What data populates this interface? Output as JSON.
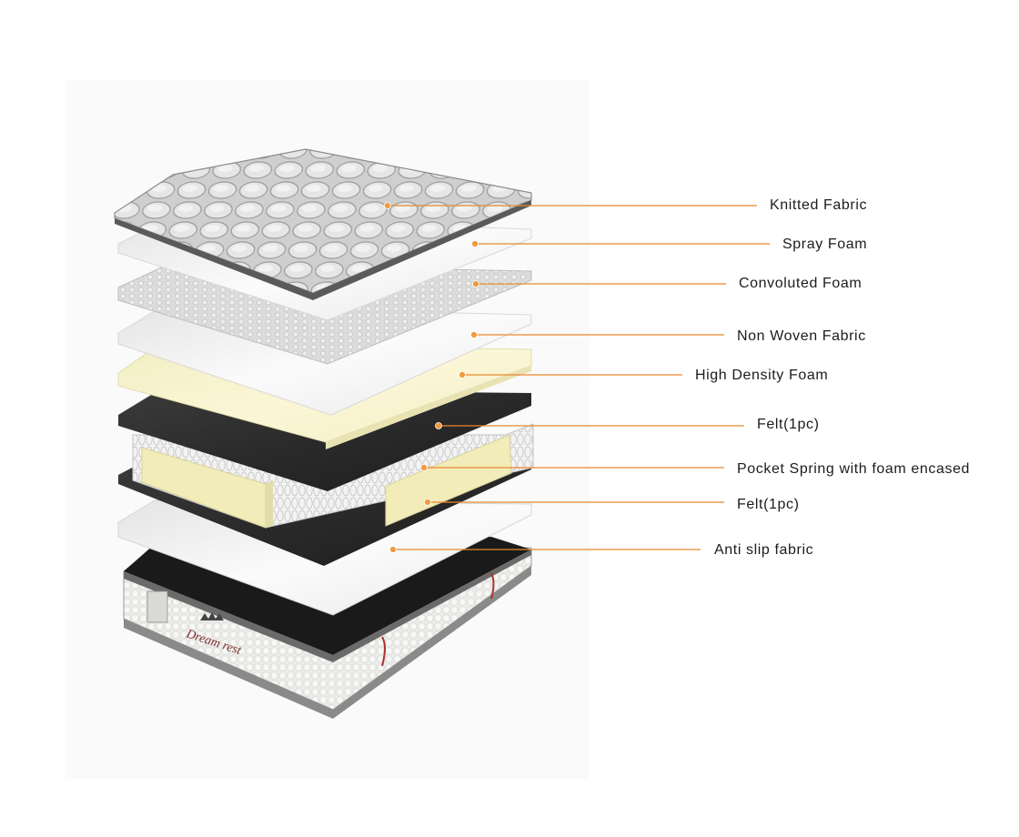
{
  "colors": {
    "leader": "#e8892f",
    "dot": "#f09a3e",
    "label": "#1c1c1c"
  },
  "callouts": [
    {
      "id": "knitted-fabric",
      "label": "Knitted Fabric"
    },
    {
      "id": "spray-foam",
      "label": "Spray Foam"
    },
    {
      "id": "convoluted-foam",
      "label": "Convoluted Foam"
    },
    {
      "id": "non-woven-fabric",
      "label": "Non Woven Fabric"
    },
    {
      "id": "high-density-foam",
      "label": "High Density Foam"
    },
    {
      "id": "felt-top",
      "label": "Felt(1pc)"
    },
    {
      "id": "pocket-spring",
      "label": "Pocket Spring with foam encased"
    },
    {
      "id": "felt-bottom",
      "label": "Felt(1pc)"
    },
    {
      "id": "anti-slip-fabric",
      "label": "Anti slip fabric"
    }
  ],
  "brand": {
    "logo_text": "Dream rest"
  }
}
